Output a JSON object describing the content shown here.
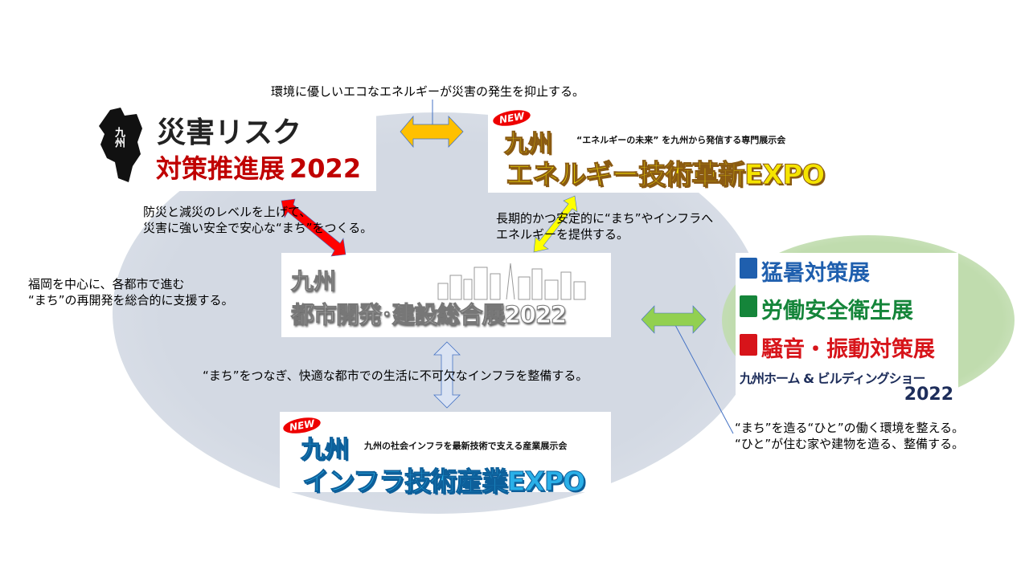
{
  "captions": {
    "top": "環境に優しいエコなエネルギーが災害の発生を抑止する。",
    "left_upper_1": "防災と減災のレベルを上げて、",
    "left_upper_2": "災害に強い安全で安心な“まち”をつくる。",
    "right_upper_1": "長期的かつ安定的に“まち”やインフラへ",
    "right_upper_2": "エネルギーを提供する。",
    "left_mid_1": "福岡を中心に、各都市で進む",
    "left_mid_2": "“まち”の再開発を総合的に支援する。",
    "bottom": "“まち”をつなぎ、快適な都市での生活に不可欠なインフラを整備する。",
    "right_lower_1": "“まち”を造る“ひと”の働く環境を整える。",
    "right_lower_2": "“ひと”が住む家や建物を造る、整備する。"
  },
  "logos": {
    "disaster": {
      "region": "九州",
      "line1": "災害リスク",
      "line2": "対策推進展",
      "year": "2022"
    },
    "energy": {
      "badge": "NEW",
      "region": "九州",
      "subtitle": "“エネルギーの未来” を九州から発信する専門展示会",
      "title": "エネルギー技術革新EXPO"
    },
    "urban": {
      "region": "九州",
      "title": "都市開発･建設総合展2022"
    },
    "infra": {
      "badge": "NEW",
      "region": "九州",
      "subtitle": "九州の社会インフラを最新技術で支える産業展示会",
      "title": "インフラ技術産業EXPO"
    },
    "group": {
      "item1": "猛暑対策展",
      "item2": "労働安全衛生展",
      "item3": "騒音・振動対策展",
      "item4": "九州ホーム & ビルディングショー",
      "year": "2022"
    }
  },
  "colors": {
    "orange": "#ffc000",
    "red": "#ff0000",
    "yellow": "#ffff00",
    "green": "#92d050",
    "lightblue": "#dae3f3"
  }
}
